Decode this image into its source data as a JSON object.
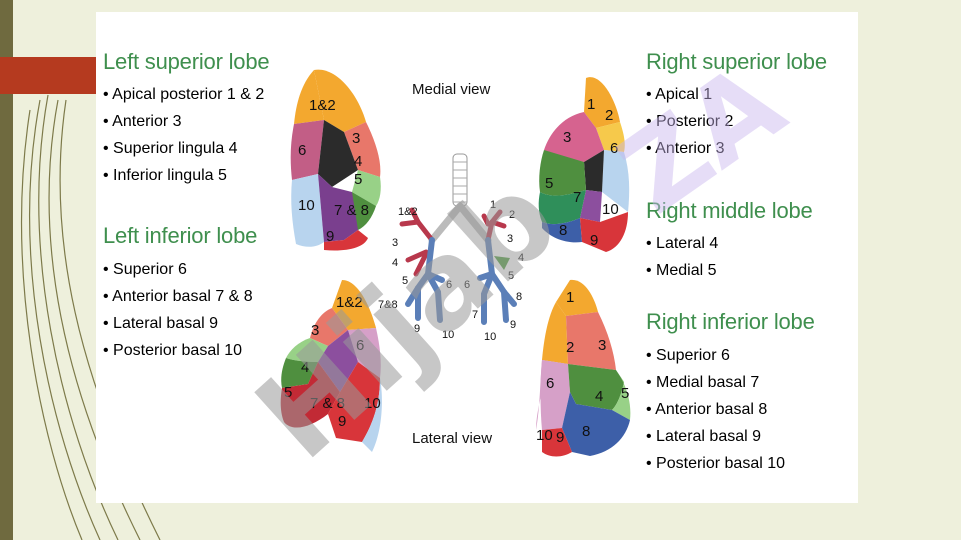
{
  "left_panel": {
    "superior_lobe": {
      "title": "Left superior lobe",
      "items": [
        "Apical posterior 1 & 2",
        "Anterior 3",
        "Superior lingula 4",
        "Inferior lingula 5"
      ]
    },
    "inferior_lobe": {
      "title": "Left inferior lobe",
      "items": [
        "Superior 6",
        "Anterior basal 7 & 8",
        "Lateral basal 9",
        "Posterior basal 10"
      ]
    }
  },
  "right_panel": {
    "superior_lobe": {
      "title": "Right superior lobe",
      "items": [
        "Apical 1",
        "Posterior 2",
        "Anterior 3"
      ]
    },
    "middle_lobe": {
      "title": "Right middle lobe",
      "items": [
        "Lateral 4",
        "Medial 5"
      ]
    },
    "inferior_lobe": {
      "title": "Right inferior lobe",
      "items": [
        "Superior 6",
        "Medial basal 7",
        "Anterior basal 8",
        "Lateral basal 9",
        "Posterior basal 10"
      ]
    }
  },
  "views": {
    "medial": "Medial view",
    "lateral": "Lateral view"
  },
  "segment_labels": {
    "left_medial": [
      "1&2",
      "3",
      "6",
      "4",
      "5",
      "10",
      "7 & 8",
      "9"
    ],
    "right_medial": [
      "1",
      "2",
      "3",
      "6",
      "5",
      "7",
      "10",
      "8",
      "9"
    ],
    "left_lateral": [
      "1&2",
      "3",
      "6",
      "4",
      "5",
      "7 & 8",
      "10",
      "9"
    ],
    "right_lateral": [
      "1",
      "2",
      "3",
      "6",
      "4",
      "5",
      "10",
      "9",
      "8"
    ],
    "bronchi_left": [
      "1&2",
      "3",
      "4",
      "5",
      "7&8",
      "6",
      "9",
      "10"
    ],
    "bronchi_right": [
      "1",
      "2",
      "3",
      "4",
      "5",
      "6",
      "8",
      "7",
      "9",
      "10"
    ]
  },
  "watermark": {
    "text": "Hijab",
    "tag_text": "ZA"
  },
  "colors": {
    "heading": "#3f8f4e",
    "left_strip": "#6f6a3f",
    "accent_red": "#b53a1f",
    "slide_bg": "#eef0dc",
    "watermark_grey": "#9a9a9a",
    "watermark_purple": "#c9b6ee"
  }
}
